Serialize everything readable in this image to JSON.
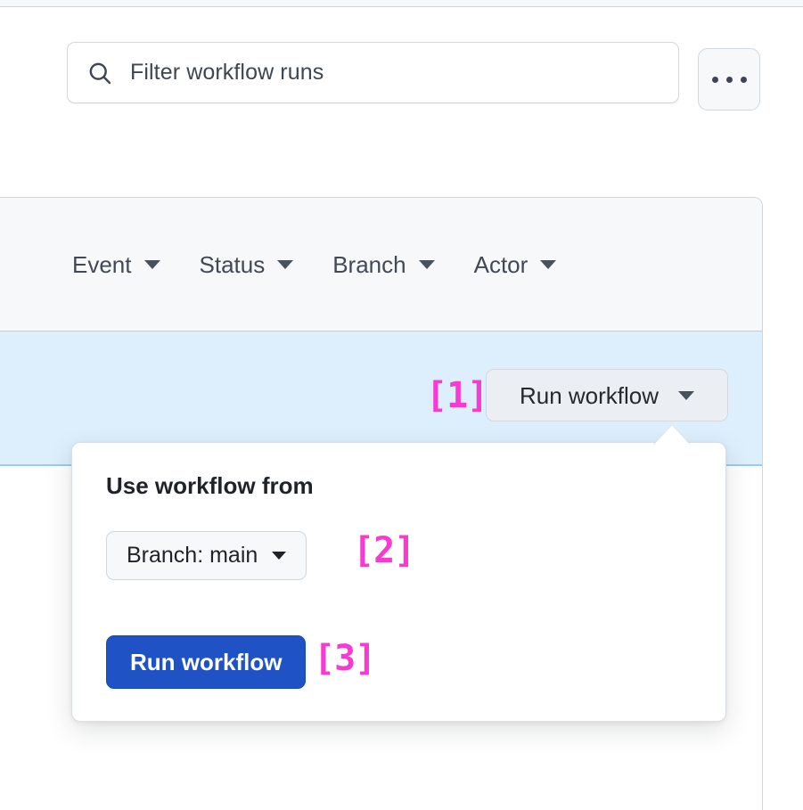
{
  "search": {
    "icon": "search-icon",
    "placeholder": "Filter workflow runs",
    "value": ""
  },
  "overflow_menu": {
    "icon": "kebab-horizontal-icon",
    "label": "•••"
  },
  "filters": [
    {
      "label": "Event",
      "icon": "chevron-down-icon"
    },
    {
      "label": "Status",
      "icon": "chevron-down-icon"
    },
    {
      "label": "Branch",
      "icon": "chevron-down-icon"
    },
    {
      "label": "Actor",
      "icon": "chevron-down-icon"
    }
  ],
  "run_row": {
    "dropdown_label": "Run workflow",
    "dropdown_icon": "chevron-down-icon",
    "highlight_color": "#ddeffc",
    "highlight_border_color": "#98ccf0"
  },
  "popover": {
    "title": "Use workflow from",
    "branch_select": {
      "label": "Branch: main",
      "icon": "chevron-down-icon"
    },
    "submit": {
      "label": "Run workflow",
      "color": "#1f53c5"
    }
  },
  "annotations": {
    "color": "#f83ad2",
    "items": [
      {
        "id": "1",
        "label": "[1]",
        "target": "run-workflow-dropdown"
      },
      {
        "id": "2",
        "label": "[2]",
        "target": "branch-select"
      },
      {
        "id": "3",
        "label": "[3]",
        "target": "run-workflow-submit"
      }
    ]
  }
}
